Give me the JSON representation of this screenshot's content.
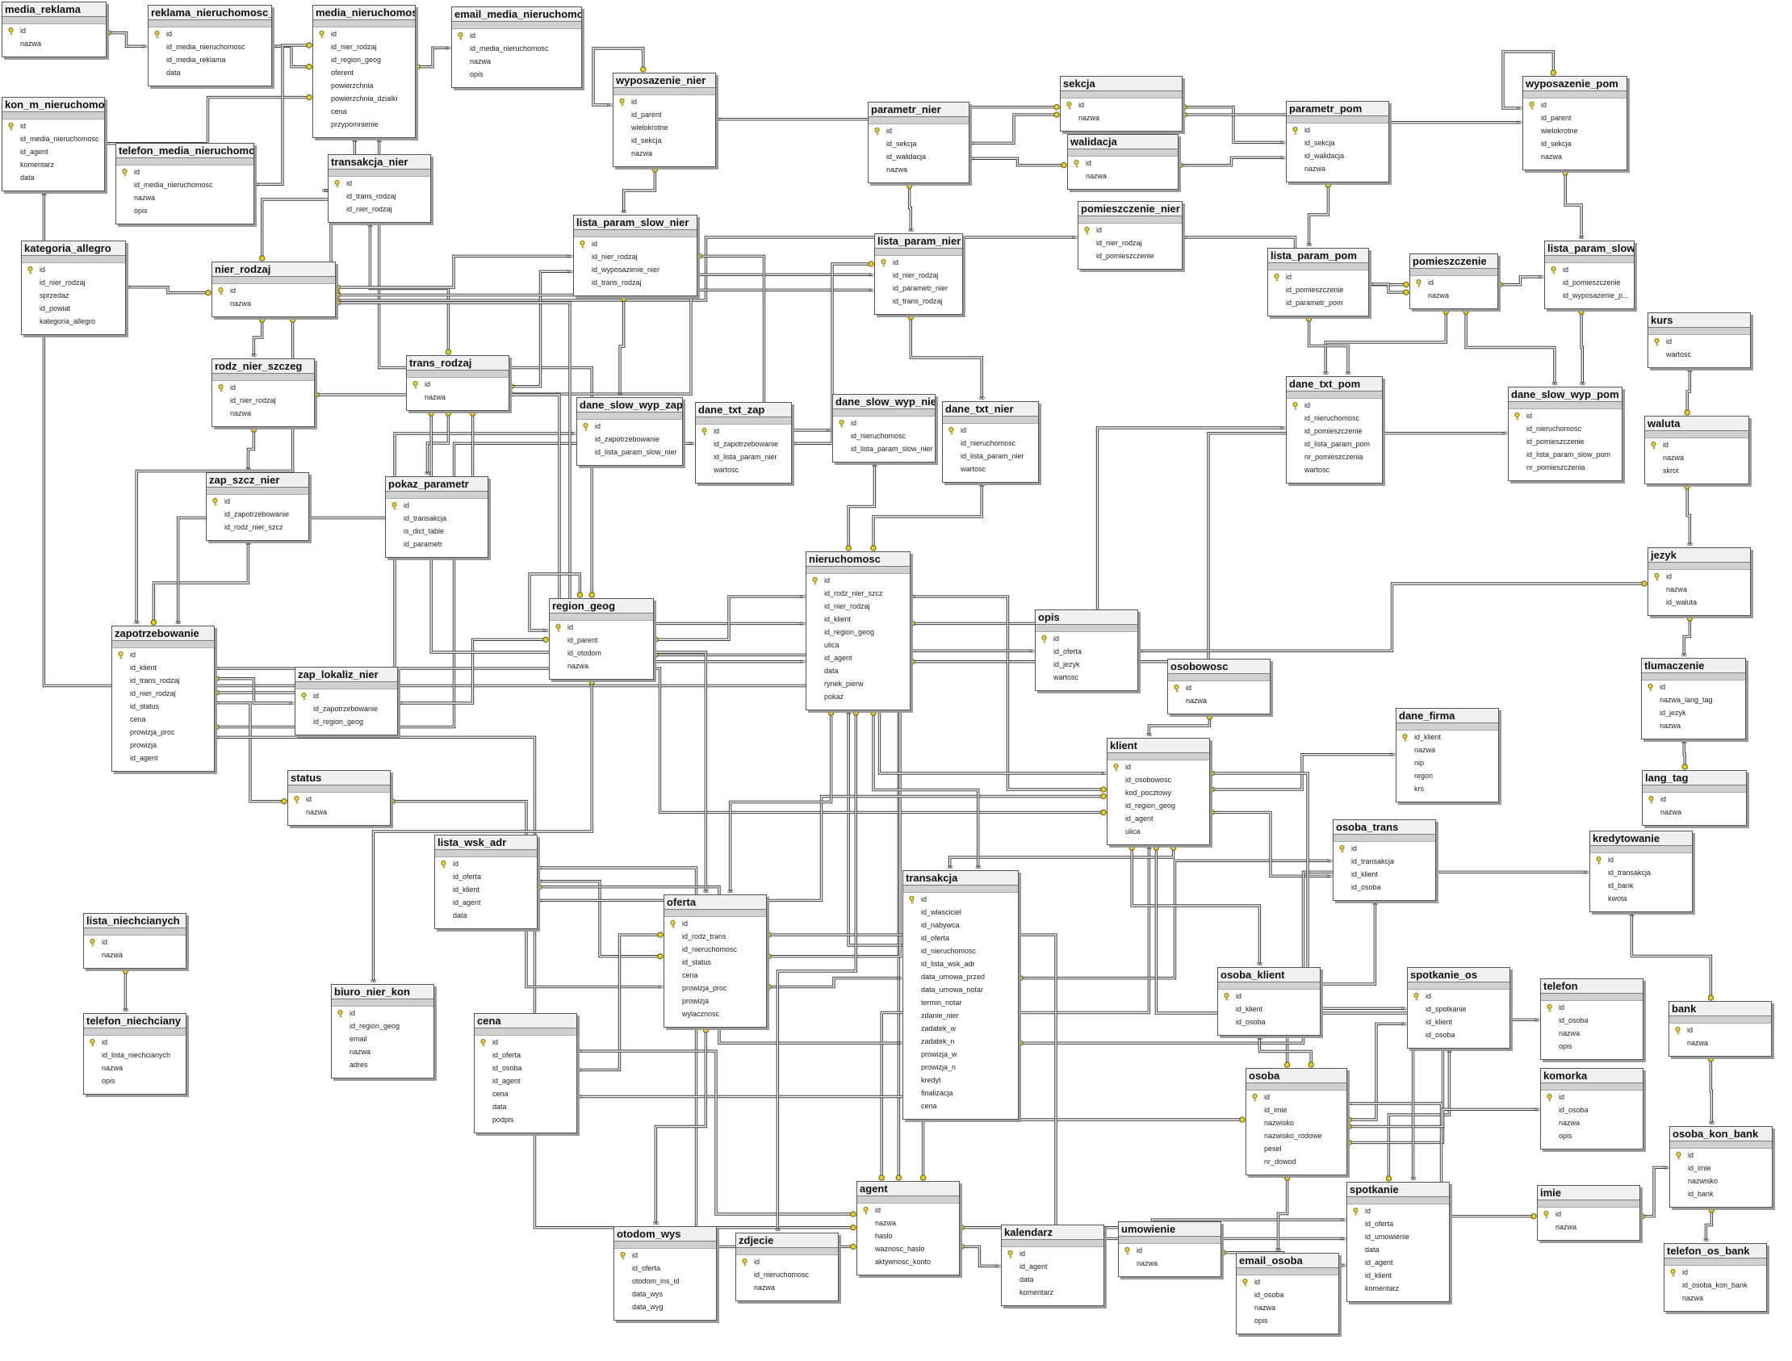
{
  "diagram": {
    "tables": [
      {
        "name": "media_reklama",
        "columns": [
          "id",
          "nazwa"
        ]
      },
      {
        "name": "reklama_nieruchomosc_",
        "columns": [
          "id",
          "id_media_nieruchomosc",
          "id_media_reklama",
          "data"
        ]
      },
      {
        "name": "media_nieruchomosc",
        "columns": [
          "id",
          "id_nier_rodzaj",
          "id_region_geog",
          "oferent",
          "powierzchnia",
          "powierzchnia_dzialki",
          "cena",
          "przypomnienie"
        ]
      },
      {
        "name": "email_media_nieruchomo",
        "columns": [
          "id",
          "id_media_nieruchomosc",
          "nazwa",
          "opis"
        ]
      },
      {
        "name": "kon_m_nieruchomosc",
        "columns": [
          "id",
          "id_media_nieruchomosc",
          "id_agent",
          "komentarz",
          "data"
        ]
      },
      {
        "name": "telefon_media_nieruchomos",
        "columns": [
          "id",
          "id_media_nieruchomosc",
          "nazwa",
          "opis"
        ]
      },
      {
        "name": "transakcja_nier",
        "columns": [
          "id",
          "id_trans_rodzaj",
          "id_nier_rodzaj"
        ]
      },
      {
        "name": "wyposazenie_nier",
        "columns": [
          "id",
          "id_parent",
          "wielokrotne",
          "id_sekcja",
          "nazwa"
        ]
      },
      {
        "name": "sekcja",
        "columns": [
          "id",
          "nazwa"
        ]
      },
      {
        "name": "parametr_nier",
        "columns": [
          "id",
          "id_sekcja",
          "id_walidacja",
          "nazwa"
        ]
      },
      {
        "name": "walidacja",
        "columns": [
          "id",
          "nazwa"
        ]
      },
      {
        "name": "parametr_pom",
        "columns": [
          "id",
          "id_sekcja",
          "id_walidacja",
          "nazwa"
        ]
      },
      {
        "name": "wyposazenie_pom",
        "columns": [
          "id",
          "id_parent",
          "wielokrotne",
          "id_sekcja",
          "nazwa"
        ]
      },
      {
        "name": "pomieszczenie_nier",
        "columns": [
          "id",
          "id_nier_rodzaj",
          "id_pomieszczenie"
        ]
      },
      {
        "name": "kategoria_allegro",
        "columns": [
          "id",
          "id_nier_rodzaj",
          "sprzedaz",
          "id_powiat",
          "kategoria_allegro"
        ]
      },
      {
        "name": "nier_rodzaj",
        "columns": [
          "id",
          "nazwa"
        ]
      },
      {
        "name": "lista_param_slow_nier",
        "columns": [
          "id",
          "id_nier_rodzaj",
          "id_wyposazenie_nier",
          "id_trans_rodzaj"
        ]
      },
      {
        "name": "lista_param_nier",
        "columns": [
          "id",
          "id_nier_rodzaj",
          "id_parametr_nier",
          "id_trans_rodzaj"
        ]
      },
      {
        "name": "lista_param_pom",
        "columns": [
          "id",
          "id_pomieszczenie",
          "id_parametr_pom"
        ]
      },
      {
        "name": "pomieszczenie",
        "columns": [
          "id",
          "nazwa"
        ]
      },
      {
        "name": "lista_param_slow",
        "columns": [
          "id",
          "id_pomieszczenie",
          "id_wyposazenie_p..."
        ]
      },
      {
        "name": "rodz_nier_szczeg",
        "columns": [
          "id",
          "id_nier_rodzaj",
          "nazwa"
        ]
      },
      {
        "name": "trans_rodzaj",
        "columns": [
          "id",
          "nazwa"
        ]
      },
      {
        "name": "dane_slow_wyp_zap",
        "columns": [
          "id",
          "id_zapotrzebowanie",
          "id_lista_param_slow_nier"
        ]
      },
      {
        "name": "dane_txt_zap",
        "columns": [
          "id",
          "id_zapotrzebowanie",
          "id_lista_param_nier",
          "wartosc"
        ]
      },
      {
        "name": "dane_slow_wyp_nie",
        "columns": [
          "id",
          "id_nieruchomosc",
          "id_lista_param_slow_nier"
        ]
      },
      {
        "name": "dane_txt_nier",
        "columns": [
          "id",
          "id_nieruchomosc",
          "id_lista_param_nier",
          "wartosc"
        ]
      },
      {
        "name": "dane_txt_pom",
        "columns": [
          "id",
          "id_nieruchomosc",
          "id_pomieszczenie",
          "id_lista_param_pom",
          "nr_pomieszczenia",
          "wartosc"
        ]
      },
      {
        "name": "dane_slow_wyp_pom",
        "columns": [
          "id",
          "id_nieruchomosc",
          "id_pomieszczenie",
          "id_lista_param_slow_pom",
          "nr_pomieszczenia"
        ]
      },
      {
        "name": "kurs",
        "columns": [
          "id",
          "wartosc"
        ]
      },
      {
        "name": "waluta",
        "columns": [
          "id",
          "nazwa",
          "skrot"
        ]
      },
      {
        "name": "zap_szcz_nier",
        "columns": [
          "id",
          "id_zapotrzebowanie",
          "id_rodz_nier_szcz"
        ]
      },
      {
        "name": "pokaz_parametr",
        "columns": [
          "id",
          "id_transakcja",
          "is_dict_table",
          "id_parametr"
        ]
      },
      {
        "name": "nieruchomosc",
        "columns": [
          "id",
          "id_rodz_nier_szcz",
          "id_nier_rodzaj",
          "id_klient",
          "id_region_geog",
          "ulica",
          "id_agent",
          "data",
          "rynek_pierw",
          "pokaz"
        ]
      },
      {
        "name": "jezyk",
        "columns": [
          "id",
          "nazwa",
          "id_waluta"
        ]
      },
      {
        "name": "zapotrzebowanie",
        "columns": [
          "id",
          "id_klient",
          "id_trans_rodzaj",
          "id_nier_rodzaj",
          "id_status",
          "cena",
          "prowizja_proc",
          "prowizja",
          "id_agent"
        ]
      },
      {
        "name": "region_geog",
        "columns": [
          "id",
          "id_parent",
          "id_otodom",
          "nazwa"
        ]
      },
      {
        "name": "opis",
        "columns": [
          "id",
          "id_oferta",
          "id_jezyk",
          "wartosc"
        ]
      },
      {
        "name": "zap_lokaliz_nier",
        "columns": [
          "id",
          "id_zapotrzebowanie",
          "id_region_geog"
        ]
      },
      {
        "name": "osobowosc",
        "columns": [
          "id",
          "nazwa"
        ]
      },
      {
        "name": "tlumaczenie",
        "columns": [
          "id",
          "nazwa_lang_tag",
          "id_jezyk",
          "nazwa"
        ]
      },
      {
        "name": "dane_firma",
        "columns": [
          "id_klient",
          "nazwa",
          "nip",
          "regon",
          "krs"
        ]
      },
      {
        "name": "klient",
        "columns": [
          "id",
          "id_osobowosc",
          "kod_pocztowy",
          "id_region_geog",
          "id_agent",
          "ulica"
        ]
      },
      {
        "name": "status",
        "columns": [
          "id",
          "nazwa"
        ]
      },
      {
        "name": "lang_tag",
        "columns": [
          "id",
          "nazwa"
        ]
      },
      {
        "name": "osoba_trans",
        "columns": [
          "id",
          "id_transakcja",
          "id_klient",
          "id_osoba"
        ]
      },
      {
        "name": "lista_wsk_adr",
        "columns": [
          "id",
          "id_oferta",
          "id_klient",
          "id_agent",
          "data"
        ]
      },
      {
        "name": "kredytowanie",
        "columns": [
          "id",
          "id_transakcja",
          "id_bank",
          "kwota"
        ]
      },
      {
        "name": "transakcja",
        "columns": [
          "id",
          "id_wlasciciel",
          "id_nabywca",
          "id_oferta",
          "id_nieruchomosc",
          "id_lista_wsk_adr",
          "data_umowa_przed",
          "data_umowa_notar",
          "termin_notar",
          "zdanie_nier",
          "zadatek_w",
          "zadatek_n",
          "prowizja_w",
          "prowizja_n",
          "kredyt",
          "finalizacja",
          "cena"
        ]
      },
      {
        "name": "oferta",
        "columns": [
          "id",
          "id_rodz_trans",
          "id_nieruchomosc",
          "id_status",
          "cena",
          "prowizja_proc",
          "prowizja",
          "wylacznosc"
        ]
      },
      {
        "name": "lista_niechcianych",
        "columns": [
          "id",
          "nazwa"
        ]
      },
      {
        "name": "osoba_klient",
        "columns": [
          "id",
          "id_klient",
          "id_osoba"
        ]
      },
      {
        "name": "spotkanie_os",
        "columns": [
          "id",
          "id_spotkanie",
          "id_klient",
          "id_osoba"
        ]
      },
      {
        "name": "telefon",
        "columns": [
          "id",
          "id_osoba",
          "nazwa",
          "opis"
        ]
      },
      {
        "name": "bank",
        "columns": [
          "id",
          "nazwa"
        ]
      },
      {
        "name": "biuro_nier_kon",
        "columns": [
          "id",
          "id_region_geog",
          "email",
          "nazwa",
          "adres"
        ]
      },
      {
        "name": "telefon_niechciany",
        "columns": [
          "id",
          "id_lista_niechcianych",
          "nazwa",
          "opis"
        ]
      },
      {
        "name": "cena",
        "columns": [
          "id",
          "id_oferta",
          "id_osoba",
          "id_agent",
          "cena",
          "data",
          "podpis"
        ]
      },
      {
        "name": "osoba",
        "columns": [
          "id",
          "id_imie",
          "nazwisko",
          "nazwisko_rodowe",
          "pesel",
          "nr_dowod"
        ]
      },
      {
        "name": "komorka",
        "columns": [
          "id",
          "id_osoba",
          "nazwa",
          "opis"
        ]
      },
      {
        "name": "osoba_kon_bank",
        "columns": [
          "id",
          "id_imie",
          "nazwisko",
          "id_bank"
        ]
      },
      {
        "name": "agent",
        "columns": [
          "id",
          "nazwa",
          "haslo",
          "waznosc_haslo",
          "aktywnosc_konto"
        ]
      },
      {
        "name": "spotkanie",
        "columns": [
          "id",
          "id_oferta",
          "id_umowienie",
          "data",
          "id_agent",
          "id_klient",
          "komentarz"
        ]
      },
      {
        "name": "imie",
        "columns": [
          "id",
          "nazwa"
        ]
      },
      {
        "name": "otodom_wys",
        "columns": [
          "id",
          "id_oferta",
          "otodom_ins_id",
          "data_wys",
          "data_wyg"
        ]
      },
      {
        "name": "zdjecie",
        "columns": [
          "id",
          "id_nieruchomosc",
          "nazwa"
        ]
      },
      {
        "name": "kalendarz",
        "columns": [
          "id",
          "id_agent",
          "data",
          "komentarz"
        ]
      },
      {
        "name": "umowienie",
        "columns": [
          "id",
          "nazwa"
        ]
      },
      {
        "name": "email_osoba",
        "columns": [
          "id",
          "id_osoba",
          "nazwa",
          "opis"
        ]
      },
      {
        "name": "telefon_os_bank",
        "columns": [
          "id",
          "id_osoba_kon_bank",
          "nazwa"
        ]
      }
    ],
    "relationships": [
      [
        "media_reklama",
        "reklama_nieruchomosc_"
      ],
      [
        "media_nieruchomosc",
        "reklama_nieruchomosc_"
      ],
      [
        "media_nieruchomosc",
        "email_media_nieruchomo"
      ],
      [
        "media_nieruchomosc",
        "kon_m_nieruchomosc"
      ],
      [
        "media_nieruchomosc",
        "telefon_media_nieruchomos"
      ],
      [
        "nier_rodzaj",
        "media_nieruchomosc"
      ],
      [
        "region_geog",
        "media_nieruchomosc"
      ],
      [
        "agent",
        "kon_m_nieruchomosc"
      ],
      [
        "trans_rodzaj",
        "transakcja_nier"
      ],
      [
        "nier_rodzaj",
        "transakcja_nier"
      ],
      [
        "wyposazenie_nier",
        "wyposazenie_nier"
      ],
      [
        "sekcja",
        "wyposazenie_nier"
      ],
      [
        "sekcja",
        "parametr_nier"
      ],
      [
        "walidacja",
        "parametr_nier"
      ],
      [
        "sekcja",
        "parametr_pom"
      ],
      [
        "walidacja",
        "parametr_pom"
      ],
      [
        "wyposazenie_pom",
        "wyposazenie_pom"
      ],
      [
        "sekcja",
        "wyposazenie_pom"
      ],
      [
        "nier_rodzaj",
        "pomieszczenie_nier"
      ],
      [
        "pomieszczenie",
        "pomieszczenie_nier"
      ],
      [
        "nier_rodzaj",
        "kategoria_allegro"
      ],
      [
        "nier_rodzaj",
        "lista_param_slow_nier"
      ],
      [
        "wyposazenie_nier",
        "lista_param_slow_nier"
      ],
      [
        "trans_rodzaj",
        "lista_param_slow_nier"
      ],
      [
        "nier_rodzaj",
        "lista_param_nier"
      ],
      [
        "parametr_nier",
        "lista_param_nier"
      ],
      [
        "trans_rodzaj",
        "lista_param_nier"
      ],
      [
        "pomieszczenie",
        "lista_param_pom"
      ],
      [
        "parametr_pom",
        "lista_param_pom"
      ],
      [
        "pomieszczenie",
        "lista_param_slow"
      ],
      [
        "wyposazenie_pom",
        "lista_param_slow"
      ],
      [
        "nier_rodzaj",
        "rodz_nier_szczeg"
      ],
      [
        "zapotrzebowanie",
        "dane_slow_wyp_zap"
      ],
      [
        "lista_param_slow_nier",
        "dane_slow_wyp_zap"
      ],
      [
        "zapotrzebowanie",
        "dane_txt_zap"
      ],
      [
        "lista_param_nier",
        "dane_txt_zap"
      ],
      [
        "nieruchomosc",
        "dane_slow_wyp_nie"
      ],
      [
        "lista_param_slow_nier",
        "dane_slow_wyp_nie"
      ],
      [
        "nieruchomosc",
        "dane_txt_nier"
      ],
      [
        "lista_param_nier",
        "dane_txt_nier"
      ],
      [
        "nieruchomosc",
        "dane_txt_pom"
      ],
      [
        "pomieszczenie",
        "dane_txt_pom"
      ],
      [
        "lista_param_pom",
        "dane_txt_pom"
      ],
      [
        "nieruchomosc",
        "dane_slow_wyp_pom"
      ],
      [
        "pomieszczenie",
        "dane_slow_wyp_pom"
      ],
      [
        "lista_param_slow",
        "dane_slow_wyp_pom"
      ],
      [
        "waluta",
        "kurs"
      ],
      [
        "waluta",
        "jezyk"
      ],
      [
        "zapotrzebowanie",
        "zap_szcz_nier"
      ],
      [
        "rodz_nier_szczeg",
        "zap_szcz_nier"
      ],
      [
        "trans_rodzaj",
        "pokaz_parametr"
      ],
      [
        "rodz_nier_szczeg",
        "nieruchomosc"
      ],
      [
        "nier_rodzaj",
        "nieruchomosc"
      ],
      [
        "klient",
        "nieruchomosc"
      ],
      [
        "region_geog",
        "nieruchomosc"
      ],
      [
        "agent",
        "nieruchomosc"
      ],
      [
        "jezyk",
        "opis"
      ],
      [
        "jezyk",
        "tlumaczenie"
      ],
      [
        "lang_tag",
        "tlumaczenie"
      ],
      [
        "klient",
        "zapotrzebowanie"
      ],
      [
        "trans_rodzaj",
        "zapotrzebowanie"
      ],
      [
        "nier_rodzaj",
        "zapotrzebowanie"
      ],
      [
        "status",
        "zapotrzebowanie"
      ],
      [
        "agent",
        "zapotrzebowanie"
      ],
      [
        "region_geog",
        "region_geog"
      ],
      [
        "zapotrzebowanie",
        "zap_lokaliz_nier"
      ],
      [
        "region_geog",
        "zap_lokaliz_nier"
      ],
      [
        "oferta",
        "opis"
      ],
      [
        "osobowosc",
        "klient"
      ],
      [
        "region_geog",
        "klient"
      ],
      [
        "agent",
        "klient"
      ],
      [
        "klient",
        "dane_firma"
      ],
      [
        "transakcja",
        "osoba_trans"
      ],
      [
        "klient",
        "osoba_trans"
      ],
      [
        "osoba",
        "osoba_trans"
      ],
      [
        "oferta",
        "lista_wsk_adr"
      ],
      [
        "klient",
        "lista_wsk_adr"
      ],
      [
        "agent",
        "lista_wsk_adr"
      ],
      [
        "transakcja",
        "kredytowanie"
      ],
      [
        "bank",
        "kredytowanie"
      ],
      [
        "klient",
        "transakcja"
      ],
      [
        "oferta",
        "transakcja"
      ],
      [
        "nieruchomosc",
        "transakcja"
      ],
      [
        "lista_wsk_adr",
        "transakcja"
      ],
      [
        "trans_rodzaj",
        "oferta"
      ],
      [
        "nieruchomosc",
        "oferta"
      ],
      [
        "status",
        "oferta"
      ],
      [
        "lista_niechcianych",
        "telefon_niechciany"
      ],
      [
        "klient",
        "osoba_klient"
      ],
      [
        "osoba",
        "osoba_klient"
      ],
      [
        "spotkanie",
        "spotkanie_os"
      ],
      [
        "klient",
        "spotkanie_os"
      ],
      [
        "osoba",
        "spotkanie_os"
      ],
      [
        "osoba",
        "telefon"
      ],
      [
        "region_geog",
        "biuro_nier_kon"
      ],
      [
        "oferta",
        "cena"
      ],
      [
        "osoba",
        "cena"
      ],
      [
        "agent",
        "cena"
      ],
      [
        "imie",
        "osoba"
      ],
      [
        "osoba",
        "komorka"
      ],
      [
        "imie",
        "osoba_kon_bank"
      ],
      [
        "bank",
        "osoba_kon_bank"
      ],
      [
        "oferta",
        "spotkanie"
      ],
      [
        "umowienie",
        "spotkanie"
      ],
      [
        "agent",
        "spotkanie"
      ],
      [
        "klient",
        "spotkanie"
      ],
      [
        "oferta",
        "otodom_wys"
      ],
      [
        "nieruchomosc",
        "zdjecie"
      ],
      [
        "agent",
        "kalendarz"
      ],
      [
        "osoba",
        "email_osoba"
      ],
      [
        "osoba_kon_bank",
        "telefon_os_bank"
      ]
    ]
  }
}
